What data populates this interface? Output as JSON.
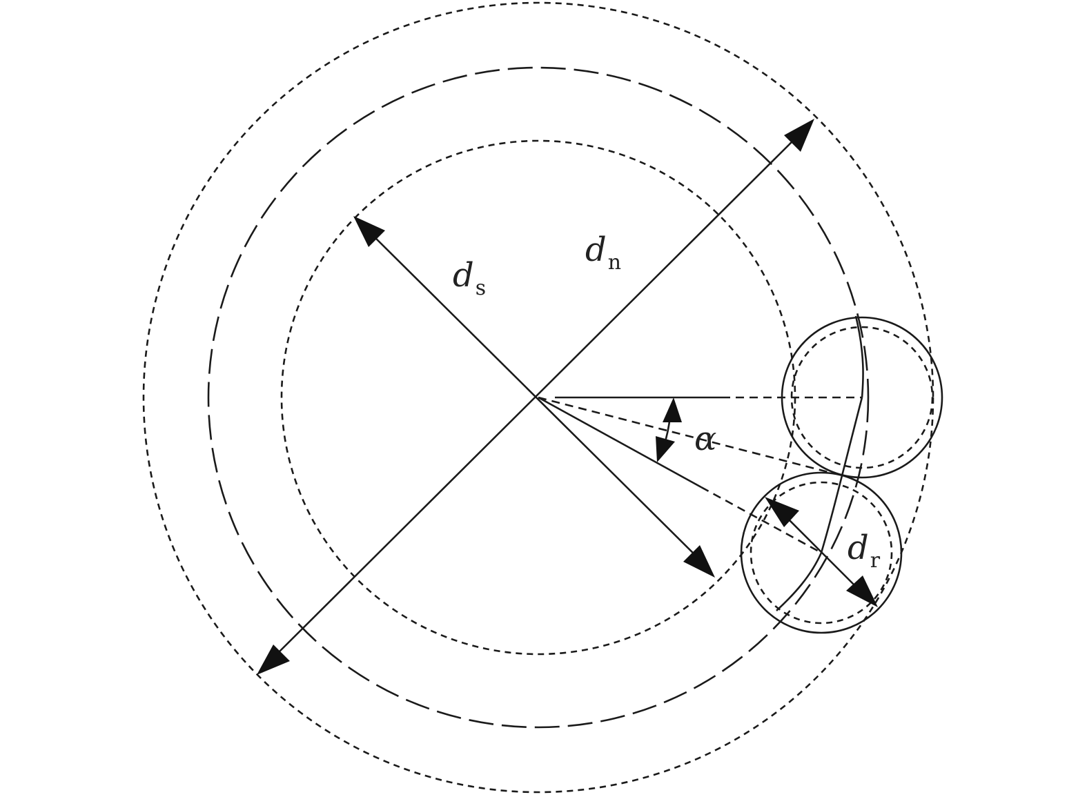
{
  "labels": {
    "ds": {
      "main": "d",
      "sub": "s"
    },
    "dn": {
      "main": "d",
      "sub": "n"
    },
    "dr": {
      "main": "d",
      "sub": "r"
    },
    "alpha": "α"
  },
  "colors": {
    "ink": "#1a1a1a",
    "background": "#ffffff"
  }
}
